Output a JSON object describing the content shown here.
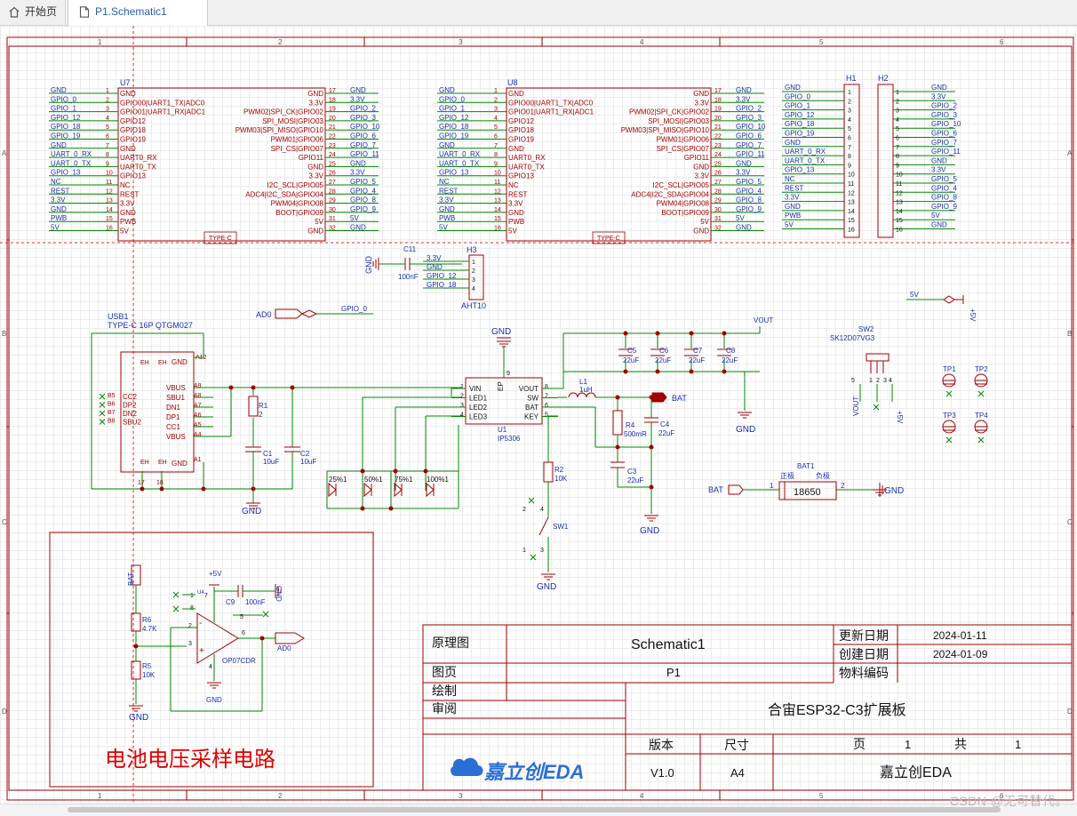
{
  "tabs": [
    {
      "label": "开始页"
    },
    {
      "label": "P1.Schematic1"
    }
  ],
  "frame": {
    "cols": [
      "1",
      "2",
      "3",
      "4",
      "5",
      "6"
    ],
    "rows": [
      "A",
      "B",
      "C",
      "D"
    ]
  },
  "u7": {
    "ref": "U7",
    "type": "TYPE-C",
    "left_nets": [
      "GND",
      "GPIO_0",
      "GPIO_1",
      "GPIO_12",
      "GPIO_18",
      "GPIO_19",
      "GND",
      "UART_0_RX",
      "UART_0_TX",
      "GPIO_13",
      "NC",
      "REST",
      "3.3V",
      "GND",
      "PWB",
      "5V"
    ],
    "left_nums": [
      "1",
      "2",
      "3",
      "4",
      "5",
      "6",
      "7",
      "8",
      "9",
      "10",
      "11",
      "12",
      "13",
      "14",
      "15",
      "16"
    ],
    "left_names": [
      "GND",
      "GPIO00|UART1_TX|ADC0",
      "GPIO01|UART1_RX|ADC1",
      "GPIO12",
      "GPIO18",
      "GPIO19",
      "GND",
      "UART0_RX",
      "UART0_TX",
      "GPIO13",
      "NC",
      "REST",
      "3.3V",
      "GND",
      "PWB",
      "5V"
    ],
    "right_names": [
      "GND",
      "3.3V",
      "PWM02|SPI_CK|GPIO02",
      "SPI_MOSI|GPIO03",
      "PWM03|SPI_MISO|GPIO10",
      "PWM01|GPIO06",
      "SPI_CS|GPIO07",
      "GPIO11",
      "GND",
      "3.3V",
      "I2C_SCL|GPIO05",
      "ADC4|I2C_SDA|GPIO04",
      "PWM04|GPIO08",
      "BOOT|GPIO09",
      "5V",
      "GND"
    ],
    "right_nums": [
      "17",
      "18",
      "19",
      "20",
      "21",
      "22",
      "23",
      "24",
      "25",
      "26",
      "27",
      "28",
      "29",
      "30",
      "31",
      "32"
    ],
    "right_nets": [
      "GND",
      "3.3V",
      "GPIO_2",
      "GPIO_3",
      "GPIO_10",
      "GPIO_6",
      "GPIO_7",
      "GPIO_11",
      "GND",
      "3.3V",
      "GPIO_5",
      "GPIO_4",
      "GPIO_8",
      "GPIO_9",
      "5V",
      "GND"
    ]
  },
  "u8": {
    "ref": "U8",
    "type": "TYPE-C"
  },
  "h1": {
    "ref": "H1",
    "nets": [
      "GND",
      "GPIO_0",
      "GPIO_1",
      "GPIO_12",
      "GPIO_18",
      "GPIO_19",
      "GND",
      "UART_0_RX",
      "UART_0_TX",
      "GPIO_13",
      "NC",
      "REST",
      "3.3V",
      "GND",
      "PWB",
      "5V"
    ]
  },
  "h2": {
    "ref": "H2",
    "nets": [
      "GND",
      "3.3V",
      "GPIO_2",
      "GPIO_3",
      "GPIO_10",
      "GPIO_6",
      "GPIO_7",
      "GPIO_11",
      "GND",
      "3.3V",
      "GPIO_5",
      "GPIO_4",
      "GPIO_8",
      "GPIO_9",
      "5V",
      "GND"
    ]
  },
  "h3": {
    "ref": "H3",
    "part": "AHT10",
    "nets": [
      "3.3V",
      "GND",
      "GPIO_12",
      "GPIO_18"
    ],
    "nums": [
      "1",
      "2",
      "3",
      "4"
    ]
  },
  "c11": {
    "ref": "C11",
    "value": "100nF"
  },
  "ad0_port": {
    "label": "AD0",
    "net": "GPIO_0"
  },
  "v5_port": {
    "label": "5V",
    "power": "+5V"
  },
  "usb1": {
    "ref": "USB1",
    "part": "TYPE-C 16P QTGM027",
    "pins": [
      "EH",
      "EH",
      "GND",
      "A12",
      "VBUS",
      "A9",
      "SBU1",
      "A8",
      "DN1",
      "A7",
      "DP1",
      "A6",
      "CC1",
      "A5",
      "VBUS",
      "A4",
      "EH",
      "EH",
      "GND",
      "A1"
    ],
    "left": [
      "B5",
      "B6",
      "B7",
      "B8"
    ],
    "left_names": [
      "CC2",
      "DP2",
      "DN2",
      "SBU2"
    ],
    "bottom": [
      "17",
      "18"
    ]
  },
  "r1": {
    "ref": "R1",
    "value": "2"
  },
  "c1": {
    "ref": "C1",
    "value": "10uF"
  },
  "c2": {
    "ref": "C2",
    "value": "10uF"
  },
  "gnd": "GND",
  "u1": {
    "ref": "U1",
    "part": "IP5306",
    "left": [
      "VIN",
      "LED1",
      "LED2",
      "LED3"
    ],
    "right": [
      "VOUT",
      "SW",
      "BAT",
      "KEY"
    ],
    "left_nums": [
      "1",
      "2",
      "3",
      "4"
    ],
    "right_nums": [
      "8",
      "7",
      "6",
      "5"
    ],
    "top": "EP",
    "top_num": "9"
  },
  "leds": [
    "25%1",
    "50%1",
    "75%1",
    "100%1"
  ],
  "vout": "VOUT",
  "caps_top": [
    {
      "ref": "C5",
      "value": "22uF"
    },
    {
      "ref": "C6",
      "value": "22uF"
    },
    {
      "ref": "C7",
      "value": "22uF"
    },
    {
      "ref": "C8",
      "value": "22uF"
    }
  ],
  "l1": {
    "ref": "L1",
    "value": "1uH"
  },
  "bat_port": "BAT",
  "r4": {
    "ref": "R4",
    "value": "500mR"
  },
  "c4": {
    "ref": "C4",
    "value": "22uF"
  },
  "c3": {
    "ref": "C3",
    "value": "22uF"
  },
  "r2": {
    "ref": "R2",
    "value": "10K"
  },
  "sw1": {
    "ref": "SW1",
    "pins": [
      "2",
      "4",
      "1",
      "3"
    ]
  },
  "sw2": {
    "ref": "SW2",
    "part": "SK12D07VG3",
    "pins": [
      "5",
      "1",
      "2",
      "3",
      "4"
    ],
    "vout": "VOUT",
    "p5v": "+5V"
  },
  "tps": [
    "TP1",
    "TP2",
    "TP3",
    "TP4"
  ],
  "bat1": {
    "ref": "BAT1",
    "pos": "正极",
    "neg": "负极",
    "label": "18650",
    "pin1": "1",
    "pin2": "2",
    "net": "BAT"
  },
  "sampling": {
    "bat": "BAT",
    "p5v": "+5V",
    "r6": {
      "ref": "R6",
      "value": "4.7K"
    },
    "r5": {
      "ref": "R5",
      "value": "10K"
    },
    "c9": {
      "ref": "C9",
      "value": "100nF"
    },
    "u4": {
      "ref": "U4",
      "part": "OP07CDR"
    },
    "pins": [
      "1",
      "8",
      "2",
      "3",
      "7",
      "5",
      "6",
      "4"
    ],
    "ad0": "AD0",
    "caption": "电池电压采样电路"
  },
  "title_block": {
    "label_schematic": "原理图",
    "schematic": "Schematic1",
    "label_update": "更新日期",
    "update": "2024-01-11",
    "label_create": "创建日期",
    "create": "2024-01-09",
    "label_part": "物料编码",
    "label_page": "图页",
    "page": "P1",
    "label_draw": "绘制",
    "label_review": "审阅",
    "project": "合宙ESP32-C3扩展板",
    "label_version": "版本",
    "label_size": "尺寸",
    "version": "V1.0",
    "size": "A4",
    "label_sheet": "页",
    "sheet": "1",
    "label_total": "共",
    "total": "1",
    "logo": "嘉立创EDA",
    "company": "嘉立创EDA"
  },
  "watermark": "CSDN @无可替代。",
  "colors": {
    "wire": "#008800",
    "component": "#a00000",
    "netlabel": "#1a2fb0",
    "text": "#1a2fb0"
  }
}
